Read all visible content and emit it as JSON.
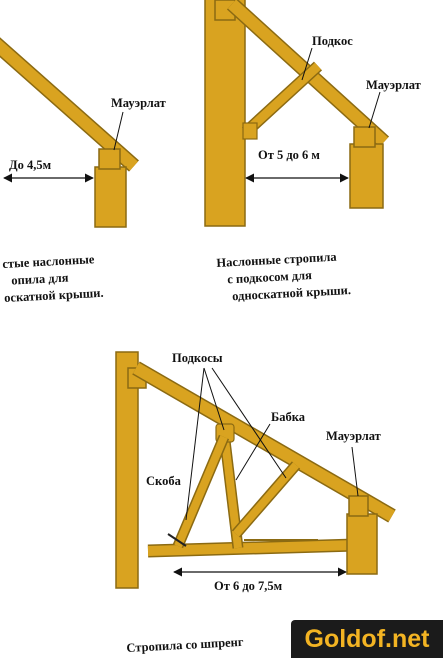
{
  "colors": {
    "wood": "#d9a320",
    "wood_edge": "#8b6a12",
    "line": "#111111",
    "watermark_bg": "#1b1b1b",
    "watermark_text": "#f3b423"
  },
  "diagram1": {
    "label_mauerlat": "Мауэрлат",
    "span": "До 4,5м",
    "caption": [
      "стые наслонные",
      "опила для",
      "оскатной крыши."
    ]
  },
  "diagram2": {
    "label_strut": "Подкос",
    "label_mauerlat": "Мауэрлат",
    "span": "От 5 до 6 м",
    "caption": [
      "Наслонные стропила",
      "с подкосом для",
      "односкатной крыши."
    ]
  },
  "diagram3": {
    "label_struts": "Подкосы",
    "label_babka": "Бабка",
    "label_mauerlat": "Мауэрлат",
    "label_skoba": "Скоба",
    "span": "От 6 до 7,5м",
    "caption": [
      "Стропила со шпренг"
    ]
  },
  "watermark": "Goldof.net"
}
